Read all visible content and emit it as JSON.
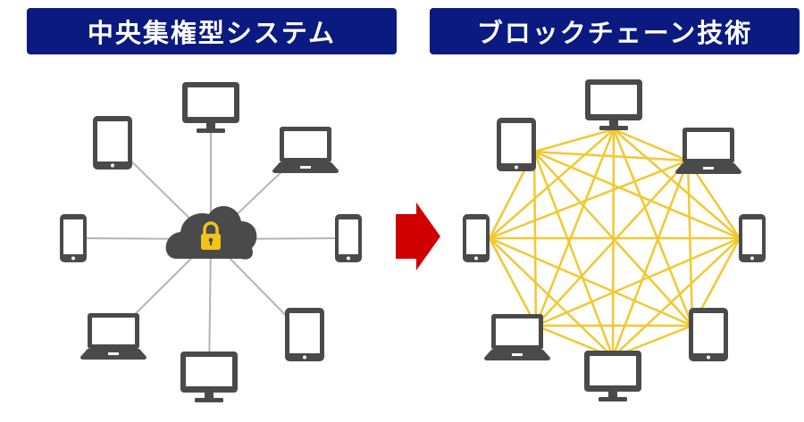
{
  "left_panel": {
    "title": "中央集権型システム",
    "center_icon": "cloud-lock-icon",
    "devices": [
      "monitor",
      "laptop",
      "phone",
      "tablet",
      "monitor",
      "laptop",
      "phone",
      "tablet"
    ]
  },
  "right_panel": {
    "title": "ブロックチェーン技術",
    "devices": [
      "monitor",
      "laptop",
      "phone",
      "tablet",
      "monitor",
      "laptop",
      "phone",
      "tablet"
    ],
    "topology": "full-mesh"
  },
  "arrow_icon": "right-arrow-icon",
  "colors": {
    "banner": "#0a1a80",
    "banner_text": "#ffffff",
    "device": "#4a4a4a",
    "hub_line": "#b4b4b4",
    "mesh_line": "#f2c830",
    "lock": "#f0c419",
    "arrow": "#d00000"
  }
}
